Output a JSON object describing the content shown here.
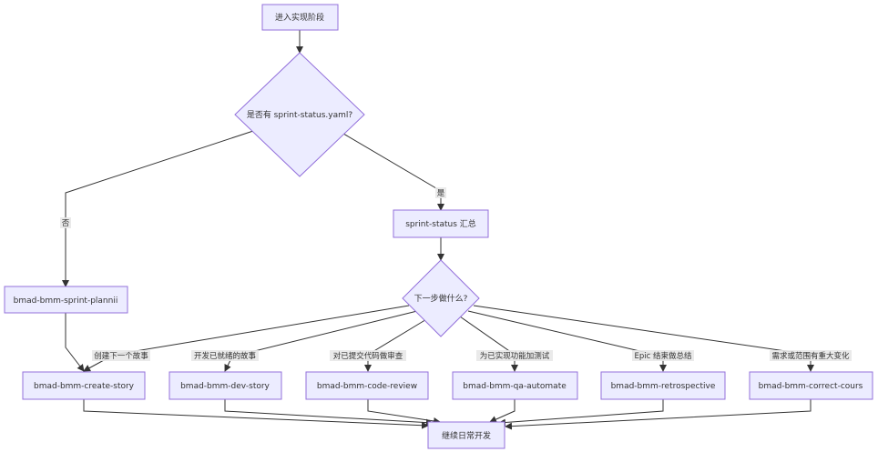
{
  "nodes": {
    "enter": "进入实现阶段",
    "decision_status": "是否有 sprint-status.yaml?",
    "sprint_planning": "bmad-bmm-sprint-plannii",
    "sprint_summary": "sprint-status 汇总",
    "decision_next": "下一步做什么?",
    "create_story": "bmad-bmm-create-story",
    "dev_story": "bmad-bmm-dev-story",
    "code_review": "bmad-bmm-code-review",
    "qa_automate": "bmad-bmm-qa-automate",
    "retrospective": "bmad-bmm-retrospective",
    "correct_course": "bmad-bmm-correct-cours",
    "continue_dev": "继续日常开发"
  },
  "edge_labels": {
    "no": "否",
    "yes": "是",
    "create_next": "创建下一个故事",
    "dev_ready": "开发已就绪的故事",
    "review_code": "对已提交代码做审查",
    "add_tests": "为已实现功能加测试",
    "epic_end": "Epic 结束做总结",
    "scope_change": "需求或范围有重大变化"
  },
  "colors": {
    "node_fill": "#ECECFF",
    "node_stroke": "#9370DB",
    "edge": "#333333",
    "label_bg": "#e8e8e8"
  }
}
